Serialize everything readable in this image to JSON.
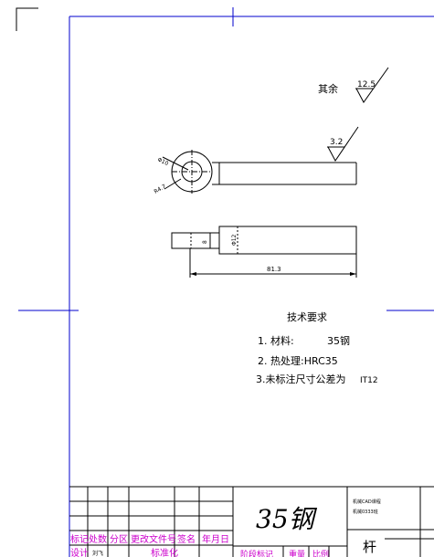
{
  "roughness": {
    "other_label": "其余",
    "other_value": "12.5",
    "surface_value": "3.2"
  },
  "dimensions": {
    "hole_dia": "Φ10",
    "outer_radius": "R4.7",
    "thickness": "8",
    "height": "Φ12",
    "length": "81.3"
  },
  "tech_requirements": {
    "title": "技术要求",
    "items": [
      {
        "label": "1. 材料:",
        "value": "35钢"
      },
      {
        "label": "2. 热处理:HRC35",
        "value": ""
      },
      {
        "label": "3.未标注尺寸公差为",
        "value": "IT12"
      }
    ]
  },
  "title_block": {
    "material": "35钢",
    "school_line1": "机械CAD课程",
    "school_line2": "机械0333班",
    "part_name": "杆",
    "headers": [
      "标记",
      "处数",
      "分区",
      "更改文件号",
      "签名",
      "年月日"
    ],
    "row2": [
      "设计",
      "刘飞",
      "",
      "标准化"
    ],
    "row2_right": [
      "阶段标记",
      "重量",
      "比例"
    ]
  },
  "colors": {
    "frame_blue": "#0000cc",
    "title_magenta": "#cc00cc",
    "line_black": "#000000"
  }
}
